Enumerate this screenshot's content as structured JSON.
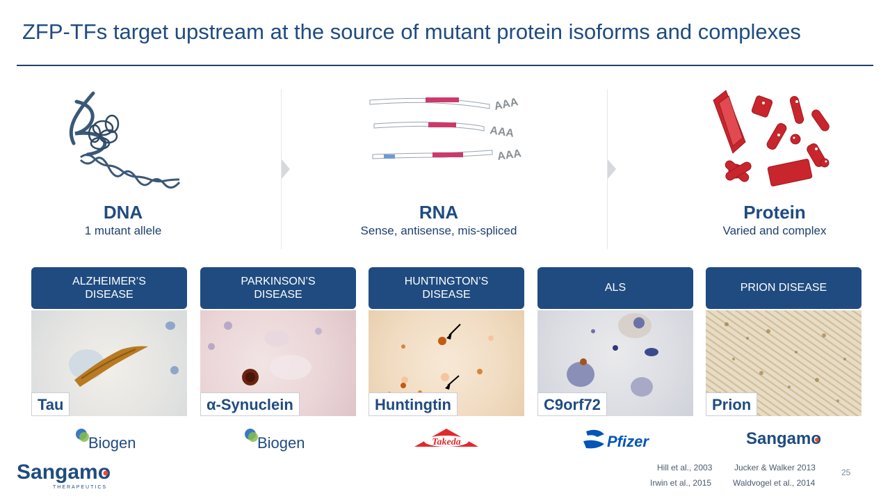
{
  "slide": {
    "title": "ZFP-TFs target upstream at the source of mutant protein isoforms and complexes",
    "page_number": "25"
  },
  "stages": [
    {
      "title": "DNA",
      "subtitle": "1 mutant allele"
    },
    {
      "title": "RNA",
      "subtitle": "Sense, antisense, mis-spliced",
      "polyA_labels": [
        "AAA",
        "AAA",
        "AAA"
      ]
    },
    {
      "title": "Protein",
      "subtitle": "Varied and complex"
    }
  ],
  "diseases": [
    {
      "name": "ALZHEIMER’S\nDISEASE",
      "protein": "Tau",
      "partner": "Biogen"
    },
    {
      "name": "PARKINSON’S\nDISEASE",
      "protein": "α-Synuclein",
      "partner": "Biogen"
    },
    {
      "name": "HUNTINGTON’S\nDISEASE",
      "protein": "Huntingtin",
      "partner": "Takeda"
    },
    {
      "name": "ALS",
      "protein": "C9orf72",
      "partner": "Pfizer"
    },
    {
      "name": "PRION DISEASE",
      "protein": "Prion",
      "partner": "Sangamo"
    }
  ],
  "company_logo": {
    "name": "Sangamo",
    "tagline": "THERAPEUTICS"
  },
  "references": {
    "col1": [
      "Hill et al., 2003",
      "Irwin et al., 2015"
    ],
    "col2": [
      "Jucker & Walker 2013",
      "Waldvogel et al., 2014"
    ]
  },
  "colors": {
    "navy": "#1f4b80",
    "dna_blue": "#3a5877",
    "mrna_pink": "#cc3a6a",
    "protein_red": "#c8252c"
  }
}
